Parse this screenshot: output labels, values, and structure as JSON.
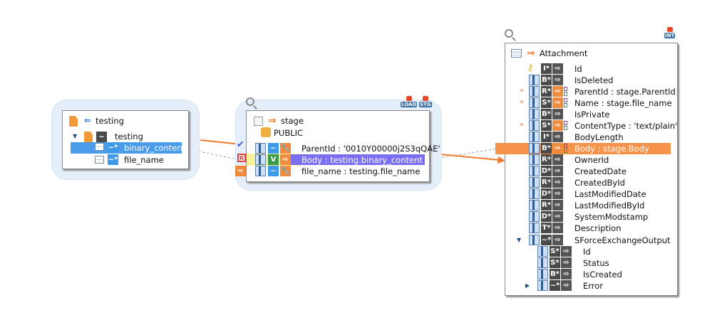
{
  "source": {
    "title": "testing",
    "schema": "testing",
    "fields": [
      {
        "name": "binary_content",
        "selected": true
      },
      {
        "name": "file_name",
        "selected": false
      }
    ]
  },
  "stage": {
    "title": "stage",
    "schema": "PUBLIC",
    "badges": [
      "LOAD",
      "STG"
    ],
    "rows": [
      {
        "type": "~",
        "label": "ParentId : '0010Y00000j2S3qQAE'",
        "highlight": false
      },
      {
        "type": "V",
        "label": "Body : testing.binary_content",
        "highlight": true
      },
      {
        "type": "~",
        "label": "file_name : testing.file_name",
        "highlight": false
      }
    ],
    "side_icons": [
      "check-icon",
      "reject-icon",
      "exit-icon"
    ]
  },
  "target": {
    "title": "Attachment",
    "badge": "INT",
    "rows": [
      {
        "type": "I",
        "label": "Id",
        "key": true,
        "mapped": false,
        "required": false,
        "level": 0
      },
      {
        "type": "B",
        "label": "IsDeleted",
        "mapped": false,
        "required": false,
        "level": 0
      },
      {
        "type": "R",
        "label": "ParentId : stage.ParentId",
        "mapped": true,
        "required": true,
        "level": 0
      },
      {
        "type": "S",
        "label": "Name : stage.file_name",
        "mapped": true,
        "required": true,
        "level": 0
      },
      {
        "type": "B",
        "label": "IsPrivate",
        "mapped": false,
        "required": false,
        "level": 0
      },
      {
        "type": "S",
        "label": "ContentType : 'text/plain'",
        "mapped": true,
        "required": true,
        "level": 0
      },
      {
        "type": "I",
        "label": "BodyLength",
        "mapped": false,
        "required": false,
        "level": 0
      },
      {
        "type": "B",
        "label": "Body : stage.Body",
        "mapped": true,
        "required": false,
        "level": 0,
        "highlight": true
      },
      {
        "type": "R",
        "label": "OwnerId",
        "mapped": false,
        "required": false,
        "level": 0
      },
      {
        "type": "D",
        "label": "CreatedDate",
        "mapped": false,
        "required": false,
        "level": 0
      },
      {
        "type": "R",
        "label": "CreatedById",
        "mapped": false,
        "required": false,
        "level": 0
      },
      {
        "type": "D",
        "label": "LastModifiedDate",
        "mapped": false,
        "required": false,
        "level": 0
      },
      {
        "type": "R",
        "label": "LastModifiedById",
        "mapped": false,
        "required": false,
        "level": 0
      },
      {
        "type": "D",
        "label": "SystemModstamp",
        "mapped": false,
        "required": false,
        "level": 0
      },
      {
        "type": "T",
        "label": "Description",
        "mapped": false,
        "required": false,
        "level": 0
      },
      {
        "type": "~",
        "label": "SForceExchangeOutput",
        "mapped": false,
        "required": false,
        "level": 0,
        "expander": "expanded"
      },
      {
        "type": "S",
        "label": "Id",
        "mapped": false,
        "required": false,
        "level": 1
      },
      {
        "type": "S",
        "label": "Status",
        "mapped": false,
        "required": false,
        "level": 1
      },
      {
        "type": "B",
        "label": "IsCreated",
        "mapped": false,
        "required": false,
        "level": 1
      },
      {
        "type": "~",
        "label": "Error",
        "mapped": false,
        "required": false,
        "level": 1,
        "expander": "collapsed"
      }
    ]
  },
  "colors": {
    "selection_blue": "#4a9be8",
    "stage_highlight": "#7b6ef0",
    "target_highlight": "#f7924a",
    "link_orange": "#f0782c",
    "group_bg": "#e5effa"
  }
}
